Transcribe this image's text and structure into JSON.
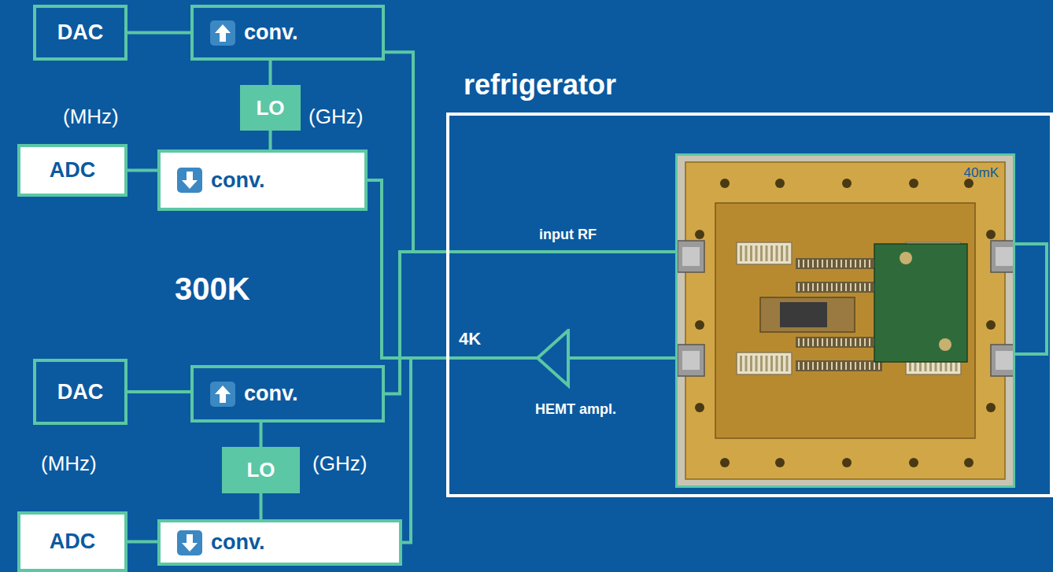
{
  "diagram": {
    "nodes": [
      {
        "text": [
          "DAC"
        ]
      },
      {
        "text": [
          "conv."
        ]
      },
      {
        "text": [
          "LO"
        ]
      },
      {
        "text": [
          "ADC"
        ]
      },
      {
        "text": [
          "conv."
        ]
      },
      {
        "text": [
          "refrigerator"
        ]
      },
      {
        "text": [
          "40mK"
        ],
        "in": 5
      },
      {
        "text": [
          "HEMT ampl."
        ],
        "in": 5
      },
      {
        "text": [
          "DAC"
        ]
      },
      {
        "text": [
          "conv."
        ]
      },
      {
        "text": [
          "LO"
        ]
      },
      {
        "text": [
          "ADC"
        ]
      },
      {
        "text": [
          "conv."
        ]
      }
    ],
    "edges": [
      {
        "from": 0,
        "to": 1,
        "arrow": "none"
      },
      {
        "from": 2,
        "to": 1,
        "arrow": "none"
      },
      {
        "from": 2,
        "to": 4,
        "arrow": "none"
      },
      {
        "from": 3,
        "to": 4,
        "arrow": "none"
      },
      {
        "from": 1,
        "to": 6,
        "label": "input RF",
        "arrow": "none"
      },
      {
        "from": 9,
        "to": 6,
        "arrow": "none"
      },
      {
        "from": 6,
        "to": 7,
        "arrow": "none"
      },
      {
        "from": 7,
        "to": 4,
        "arrow": "none"
      },
      {
        "from": 7,
        "to": 12,
        "arrow": "none"
      },
      {
        "from": 8,
        "to": 9,
        "arrow": "none"
      },
      {
        "from": 10,
        "to": 9,
        "arrow": "none"
      },
      {
        "from": 10,
        "to": 12,
        "arrow": "none"
      },
      {
        "from": 11,
        "to": 12,
        "arrow": "none"
      }
    ],
    "labels": [
      "(MHz)",
      "(GHz)",
      "300K",
      "4K",
      "(MHz)",
      "(GHz)"
    ]
  }
}
